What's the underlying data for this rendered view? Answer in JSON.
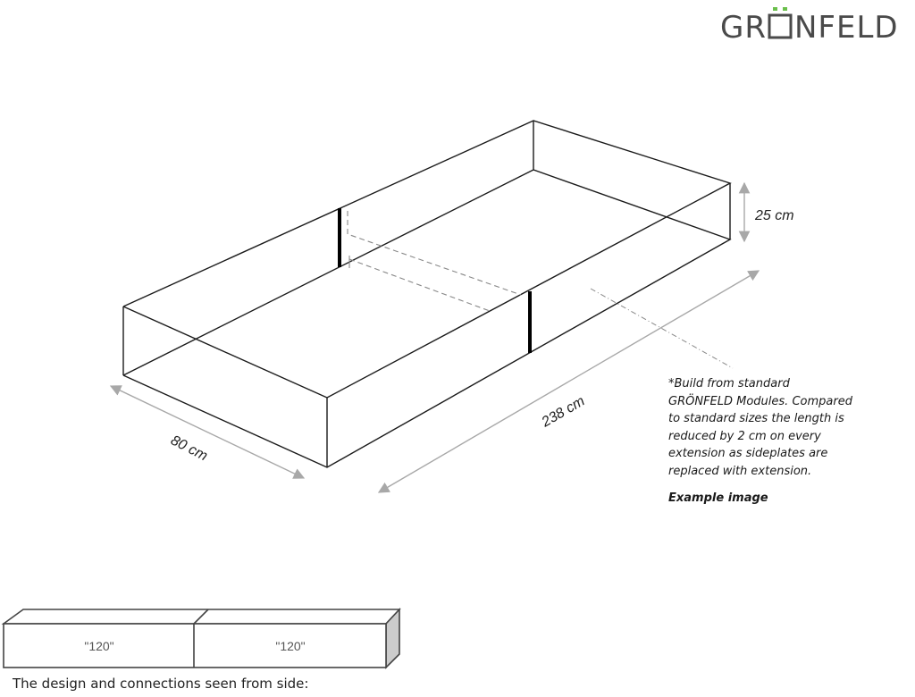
{
  "brand": {
    "name": "GRÖNFELD",
    "name_parts": [
      "GR",
      "N",
      "FELD"
    ],
    "accent_color": "#6abf4b",
    "text_color": "#4a4a4a"
  },
  "diagram": {
    "type": "isometric raised garden bed",
    "dimensions": {
      "length": "238 cm",
      "width": "80 cm",
      "height": "25 cm"
    },
    "modules": [
      "\"120\"",
      "\"120\""
    ]
  },
  "note": {
    "lines": [
      "*Build from standard",
      "GRÖNFELD Modules. Compared",
      "to standard sizes the length is",
      "reduced by 2 cm on every",
      "extension as sideplates are",
      "replaced with extension."
    ],
    "example_label": "Example image"
  },
  "side_view": {
    "caption": "The design and connections seen from side:"
  }
}
